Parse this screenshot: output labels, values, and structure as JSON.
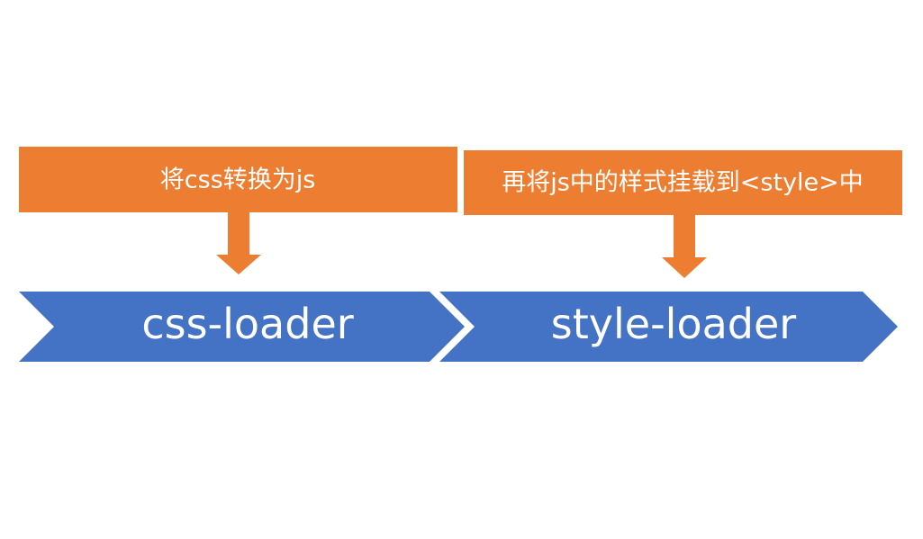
{
  "stages": [
    {
      "label": "css-loader",
      "note": "将css转换为js"
    },
    {
      "label": "style-loader",
      "note": "再将js中的样式挂载到<style>中"
    }
  ],
  "colors": {
    "stage_fill": "#4472C4",
    "note_fill": "#ED7D31",
    "text": "#FFFFFF",
    "background": "#FFFFFF"
  }
}
